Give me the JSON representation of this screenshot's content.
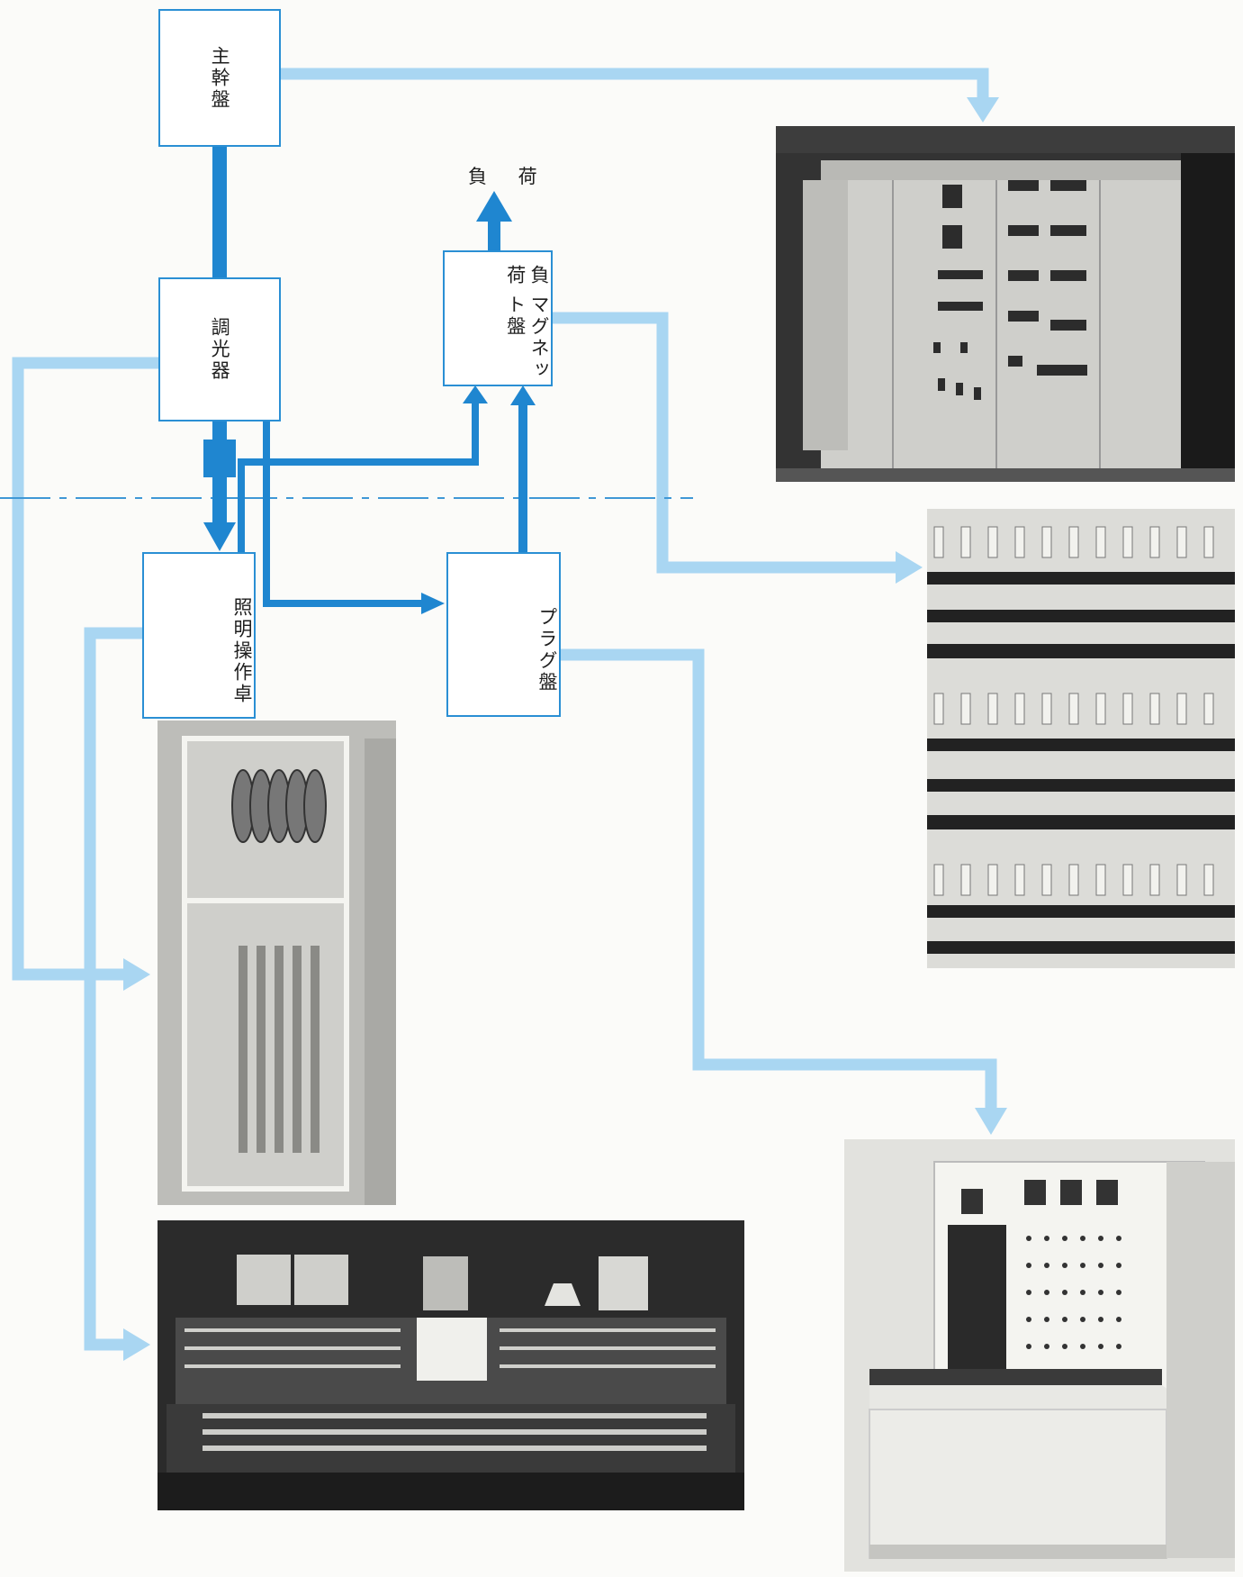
{
  "colors": {
    "primary_arrow": "#1f86d0",
    "secondary_arrow": "#a9d6f2",
    "box_border": "#2a8fd4",
    "divider": "#3f98d6"
  },
  "nodes": {
    "main_board": "主幹盤",
    "dimmer": "調光器",
    "console": "照明操作卓",
    "plug_board": "プラグ盤",
    "load_magnet_board_1": "負荷",
    "load_magnet_board_2": "マグネット盤",
    "load": "負 荷"
  }
}
